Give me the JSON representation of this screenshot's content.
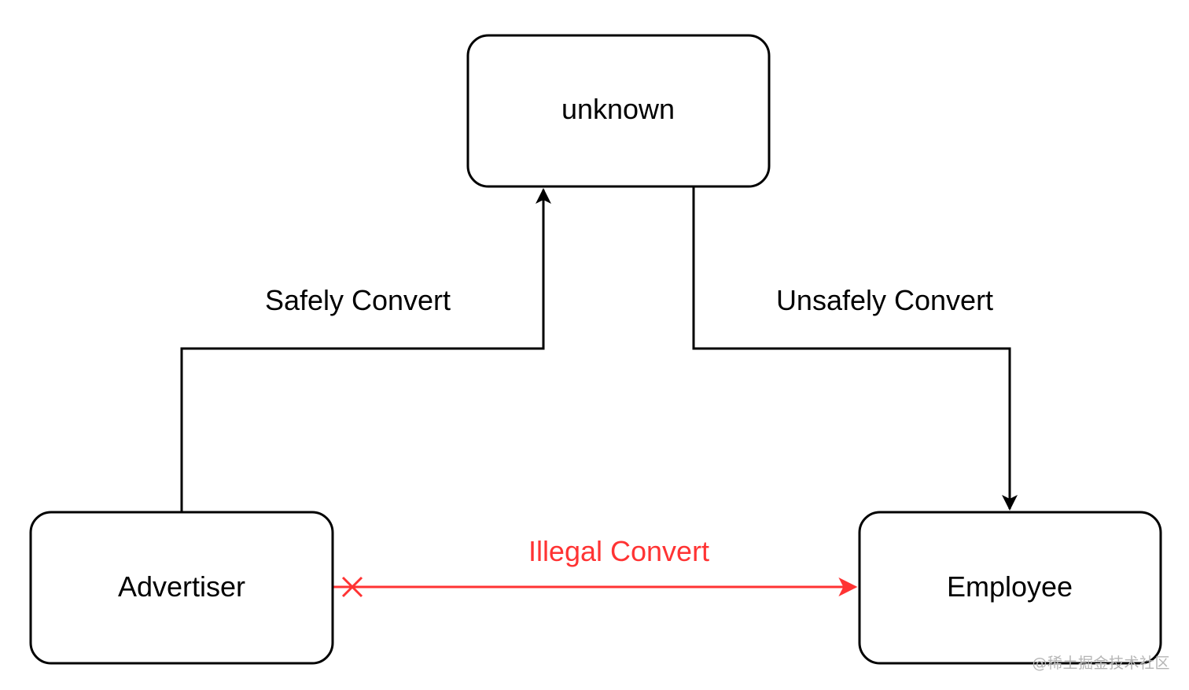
{
  "diagram": {
    "nodes": {
      "unknown": "unknown",
      "advertiser": "Advertiser",
      "employee": "Employee"
    },
    "edges": {
      "safe": {
        "label": "Safely Convert"
      },
      "unsafe": {
        "label": "Unsafely Convert"
      },
      "illegal": {
        "label": "Illegal Convert"
      }
    },
    "colors": {
      "stroke": "#000000",
      "illegal": "#ff3333",
      "background": "#ffffff",
      "watermark": "#b5b5b5"
    }
  },
  "watermark": "@稀土掘金技术社区"
}
